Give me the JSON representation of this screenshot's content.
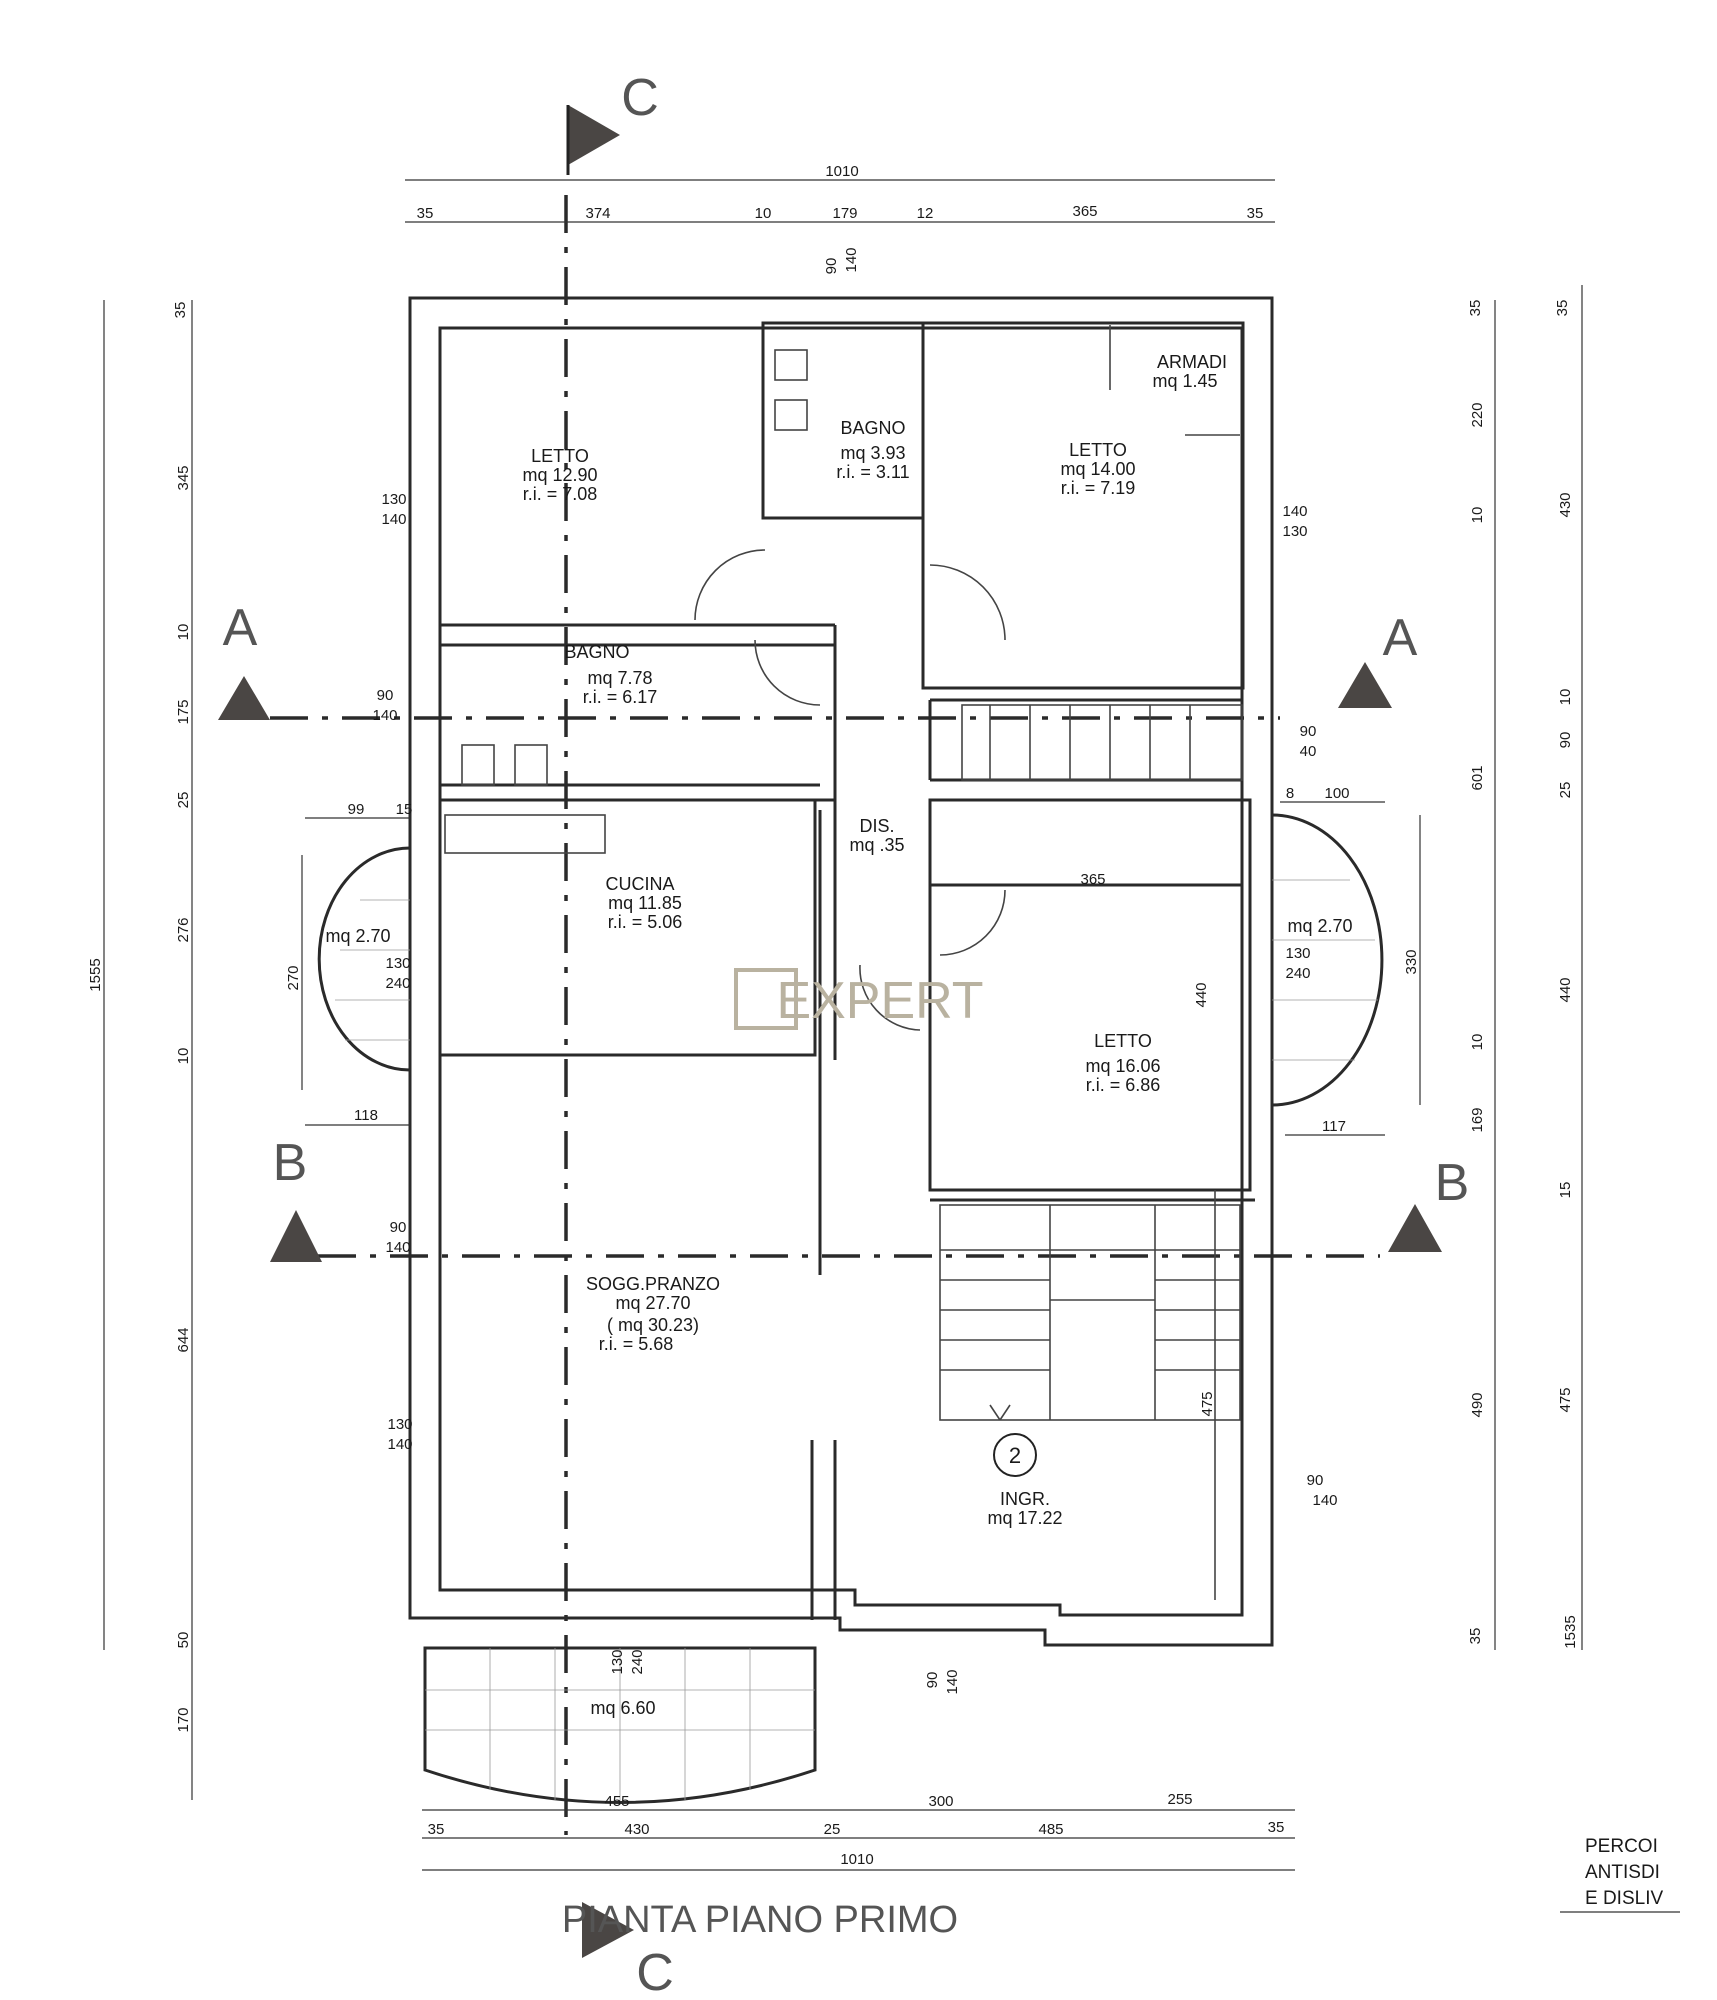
{
  "title": "PIANTA PIANO PRIMO",
  "watermark": "EXPERT",
  "sections": {
    "a_left": "A",
    "a_right": "A",
    "b_left": "B",
    "b_right": "B",
    "c_top": "C",
    "c_bottom": "C"
  },
  "rooms": {
    "letto1": {
      "name": "LETTO",
      "area": "mq 12.90",
      "ri": "r.i. = 7.08"
    },
    "bagno1": {
      "name": "BAGNO",
      "area": "mq 3.93",
      "ri": "r.i. = 3.11"
    },
    "armadi": {
      "name": "ARMADI",
      "area": "mq 1.45"
    },
    "letto2": {
      "name": "LETTO",
      "area": "mq 14.00",
      "ri": "r.i. = 7.19"
    },
    "bagno2": {
      "name": "BAGNO",
      "area": "mq 7.78",
      "ri": "r.i. = 6.17"
    },
    "dis": {
      "name": "DIS.",
      "area": "mq .35"
    },
    "cucina": {
      "name": "CUCINA",
      "area": "mq 11.85",
      "ri": "r.i. = 5.06"
    },
    "letto3": {
      "name": "LETTO",
      "area": "mq 16.06",
      "ri": "r.i. = 6.86"
    },
    "soggiorno": {
      "name": "SOGG.PRANZO",
      "area": "mq 27.70",
      "area_alt": "( mq 30.23)",
      "ri": "r.i. = 5.68"
    },
    "ingresso": {
      "name": "INGR.",
      "area": "mq 17.22",
      "badge": "2"
    },
    "balcone_sx": {
      "area": "mq 2.70"
    },
    "balcone_dx": {
      "area": "mq 2.70"
    },
    "terrazza": {
      "area": "mq 6.60"
    }
  },
  "dimensions": {
    "top_total": "1010",
    "top_parts": [
      "35",
      "374",
      "10",
      "179",
      "12",
      "365",
      "35"
    ],
    "bottom_row1": [
      "455",
      "300",
      "255"
    ],
    "bottom_row2": [
      "35",
      "430",
      "25",
      "485",
      "35"
    ],
    "bottom_total": "1010",
    "left_total": "1555",
    "left_parts": [
      "35",
      "345",
      "10",
      "175",
      "25",
      "276",
      "10",
      "644",
      "50",
      "170"
    ],
    "right_inner": [
      "35",
      "220",
      "10",
      "601",
      "10",
      "169",
      "490",
      "35"
    ],
    "right_outer": [
      "35",
      "430",
      "10",
      "90",
      "25",
      "440",
      "15",
      "475",
      "1535"
    ],
    "windows": {
      "top": [
        "90",
        "140"
      ],
      "letto1": [
        "130",
        "140"
      ],
      "letto2": [
        "140",
        "130"
      ],
      "bagno2": [
        "90",
        "140"
      ],
      "stair": [
        "90",
        "40"
      ],
      "cucina": [
        "130",
        "240"
      ],
      "letto3": [
        "130",
        "240"
      ],
      "sogg1": [
        "90",
        "140"
      ],
      "sogg2": [
        "130",
        "140"
      ],
      "ingr": [
        "90",
        "140"
      ],
      "terr": [
        "130",
        "240"
      ],
      "bottom": [
        "90",
        "140"
      ]
    },
    "misc": {
      "bal_sx_w": "99",
      "bal_sx_w2": "15",
      "bal_sx_h": "270",
      "bal_sx_b": "118",
      "bal_dx_w": "8",
      "bal_dx_w2": "100",
      "bal_dx_h": "330",
      "bal_dx_b": "117",
      "letto3_w": "365",
      "letto3_h": "440",
      "stair_475": "475"
    }
  },
  "note": [
    "PERCOI",
    "ANTISDI",
    "E DISLIV"
  ]
}
